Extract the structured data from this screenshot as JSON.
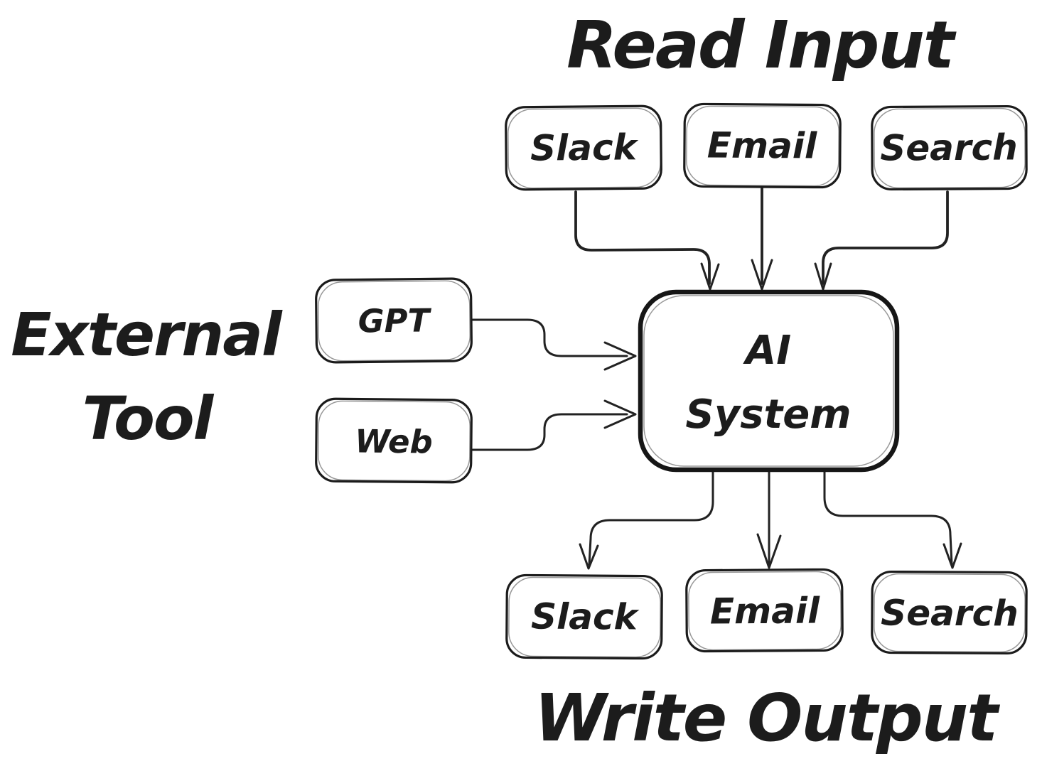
{
  "canvas": {
    "background": "#ffffff",
    "ink_color": "#1b1b1b"
  },
  "titles": {
    "read_input": "Read Input",
    "external_tool_line1": "External",
    "external_tool_line2": "Tool",
    "write_output": "Write Output"
  },
  "input_nodes": {
    "slack": "Slack",
    "email": "Email",
    "search": "Search"
  },
  "tool_nodes": {
    "gpt": "GPT",
    "web": "Web"
  },
  "center_node": {
    "line1": "AI",
    "line2": "System"
  },
  "output_nodes": {
    "slack": "Slack",
    "email": "Email",
    "search": "Search"
  },
  "edges": [
    {
      "from": "input-slack",
      "to": "ai-system"
    },
    {
      "from": "input-email",
      "to": "ai-system"
    },
    {
      "from": "input-search",
      "to": "ai-system"
    },
    {
      "from": "tool-gpt",
      "to": "ai-system"
    },
    {
      "from": "tool-web",
      "to": "ai-system"
    },
    {
      "from": "ai-system",
      "to": "output-slack"
    },
    {
      "from": "ai-system",
      "to": "output-email"
    },
    {
      "from": "ai-system",
      "to": "output-search"
    }
  ]
}
